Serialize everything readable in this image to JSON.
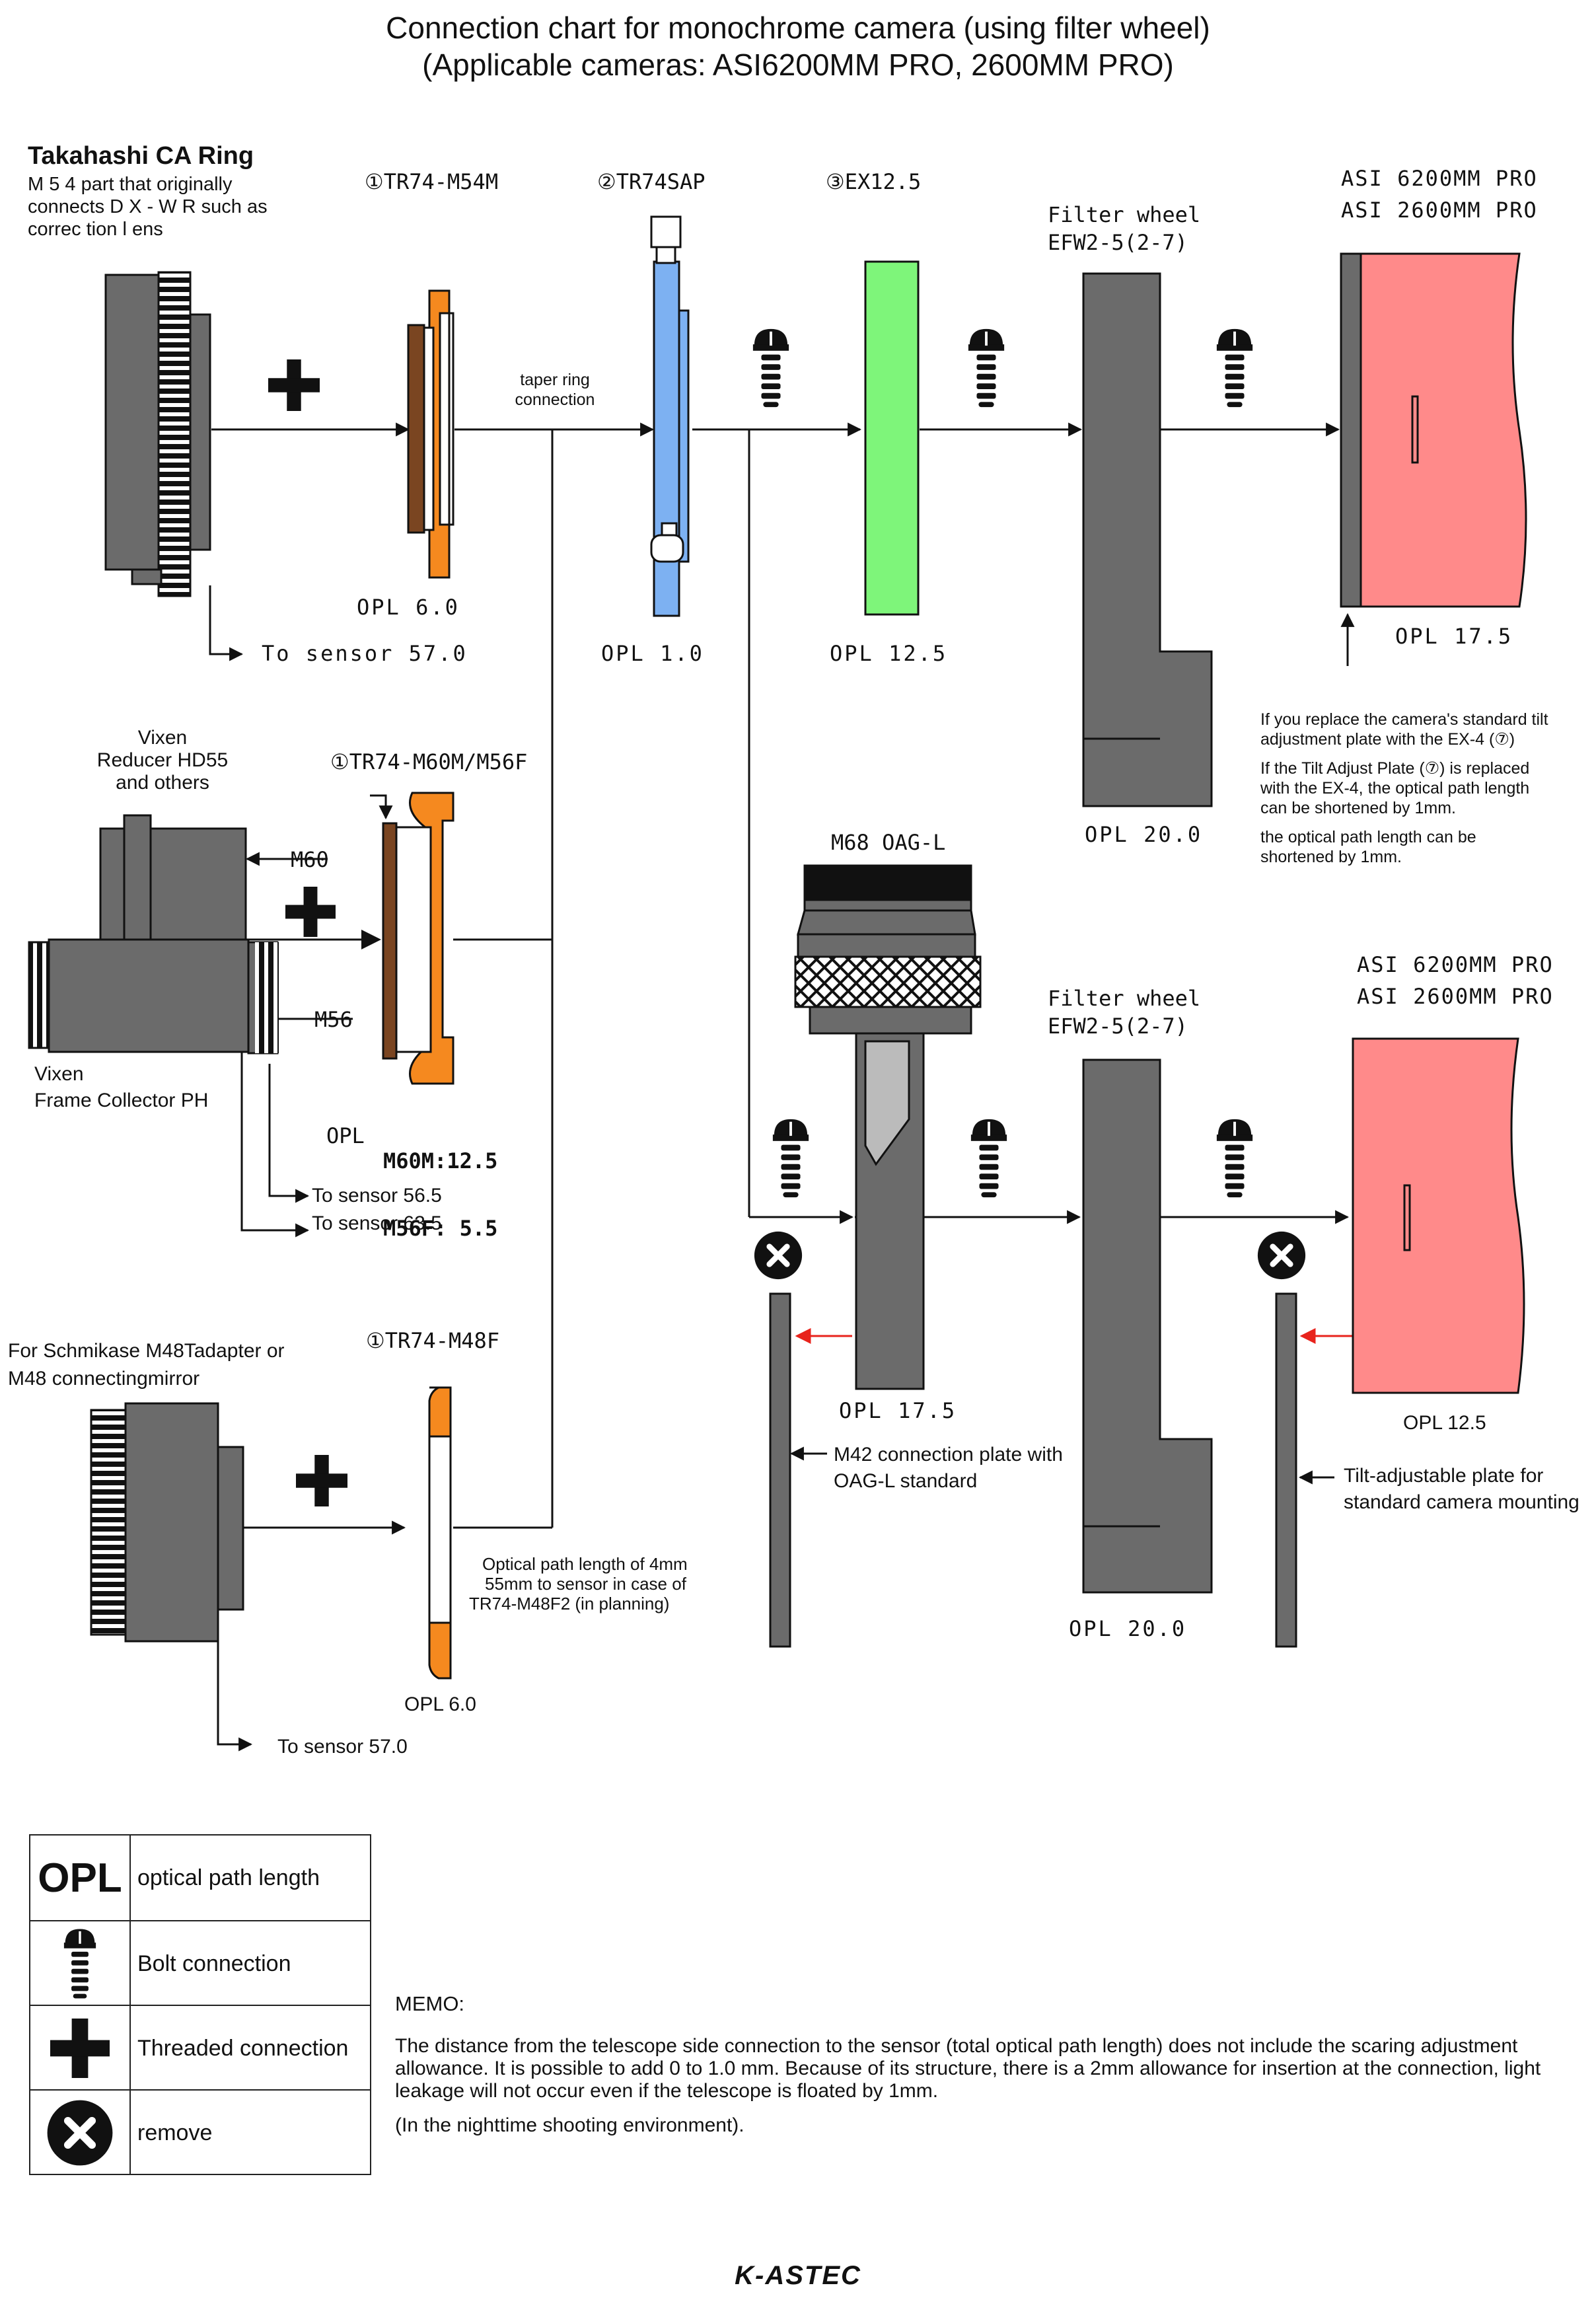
{
  "title": {
    "line1": "Connection chart for monochrome camera (using filter wheel)",
    "line2": "(Applicable cameras: ASI6200MM PRO, 2600MM PRO)"
  },
  "ca_ring": {
    "heading": "Takahashi CA Ring",
    "desc1": "M 5 4 part that originally",
    "desc2": "connects D X - W R such as",
    "desc3": "correc tion l ens",
    "to_sensor": "To sensor 57.0"
  },
  "tr74_m54m": {
    "label": "①TR74-M54M",
    "opl": "OPL 6.0"
  },
  "taper": {
    "line1": "taper ring",
    "line2": "connection"
  },
  "tr74sap": {
    "label": "②TR74SAP",
    "opl": "OPL 1.0"
  },
  "ex125": {
    "label": "③EX12.5",
    "opl": "OPL 12.5"
  },
  "filter_wheel_top": {
    "label1": "Filter wheel",
    "label2": "EFW2-5(2-7)",
    "opl": "OPL 20.0"
  },
  "camera_top": {
    "label1": "ASI 6200MM PRO",
    "label2": "ASI 2600MM PRO",
    "opl": "OPL 17.5"
  },
  "tilt_notes": {
    "n1": "If you replace the camera's standard tilt",
    "n2": "adjustment plate with the EX-4 (⑦)",
    "n3": "If the Tilt Adjust Plate (⑦) is replaced",
    "n4": "with the EX-4, the optical path length",
    "n5": "can be shortened by 1mm.",
    "n6": "the optical path length can be",
    "n7": "shortened by 1mm."
  },
  "vixen": {
    "reducer1": "Vixen",
    "reducer2": "Reducer HD55",
    "reducer3": "and others",
    "m60": "M60",
    "m56": "M56",
    "frame1": "Vixen",
    "frame2": "Frame Collector PH",
    "to_sensor_a": "To sensor 56.5",
    "to_sensor_b": "To sensor 63.5"
  },
  "tr74_m60m": {
    "label": "①TR74-M60M/M56F",
    "opl": "OPL",
    "opl_m60": "M60M:12.5",
    "opl_m56": "M56F: 5.5"
  },
  "m48": {
    "desc1": "For Schmikase M48Tadapter or",
    "desc2": "M48 connectingmirror",
    "to_sensor": "To sensor 57.0"
  },
  "tr74_m48f": {
    "label": "①TR74-M48F",
    "opl": "OPL 6.0",
    "note1": "Optical path length of 4mm",
    "note2": "55mm to sensor in case of",
    "note3": "TR74-M48F2 (in planning)"
  },
  "oag": {
    "label": "M68 OAG-L",
    "opl": "OPL 17.5",
    "plate1": "M42 connection plate with",
    "plate2": "OAG-L standard"
  },
  "filter_wheel_bottom": {
    "label1": "Filter wheel",
    "label2": "EFW2-5(2-7)",
    "opl": "OPL 20.0"
  },
  "camera_bottom": {
    "label1": "ASI 6200MM PRO",
    "label2": "ASI 2600MM PRO",
    "opl": "OPL 12.5",
    "plate1": "Tilt-adjustable plate for",
    "plate2": "standard camera mounting"
  },
  "legend": {
    "opl_symbol": "OPL",
    "opl": "optical path length",
    "bolt": "Bolt connection",
    "thread": "Threaded connection",
    "remove": "remove"
  },
  "memo": {
    "heading": "MEMO:",
    "p1a": "The distance from the telescope side connection to the sensor (total optical path length) does not include the scaring adjustment",
    "p1b": "allowance. It is possible to add 0 to 1.0 mm. Because of its structure, there is a 2mm allowance for insertion at the connection, light",
    "p1c": "leakage will not occur even if the telescope is floated by 1mm.",
    "p2": "(In the nighttime shooting environment)."
  },
  "brand": "K-ASTEC",
  "colors": {
    "gray": "#6b6b6b",
    "dark": "#454545",
    "orange": "#f5891f",
    "brown": "#7a4521",
    "blue": "#7db1f2",
    "green": "#7ef57a",
    "pink": "#ff8a8a",
    "red": "#e8231c"
  }
}
